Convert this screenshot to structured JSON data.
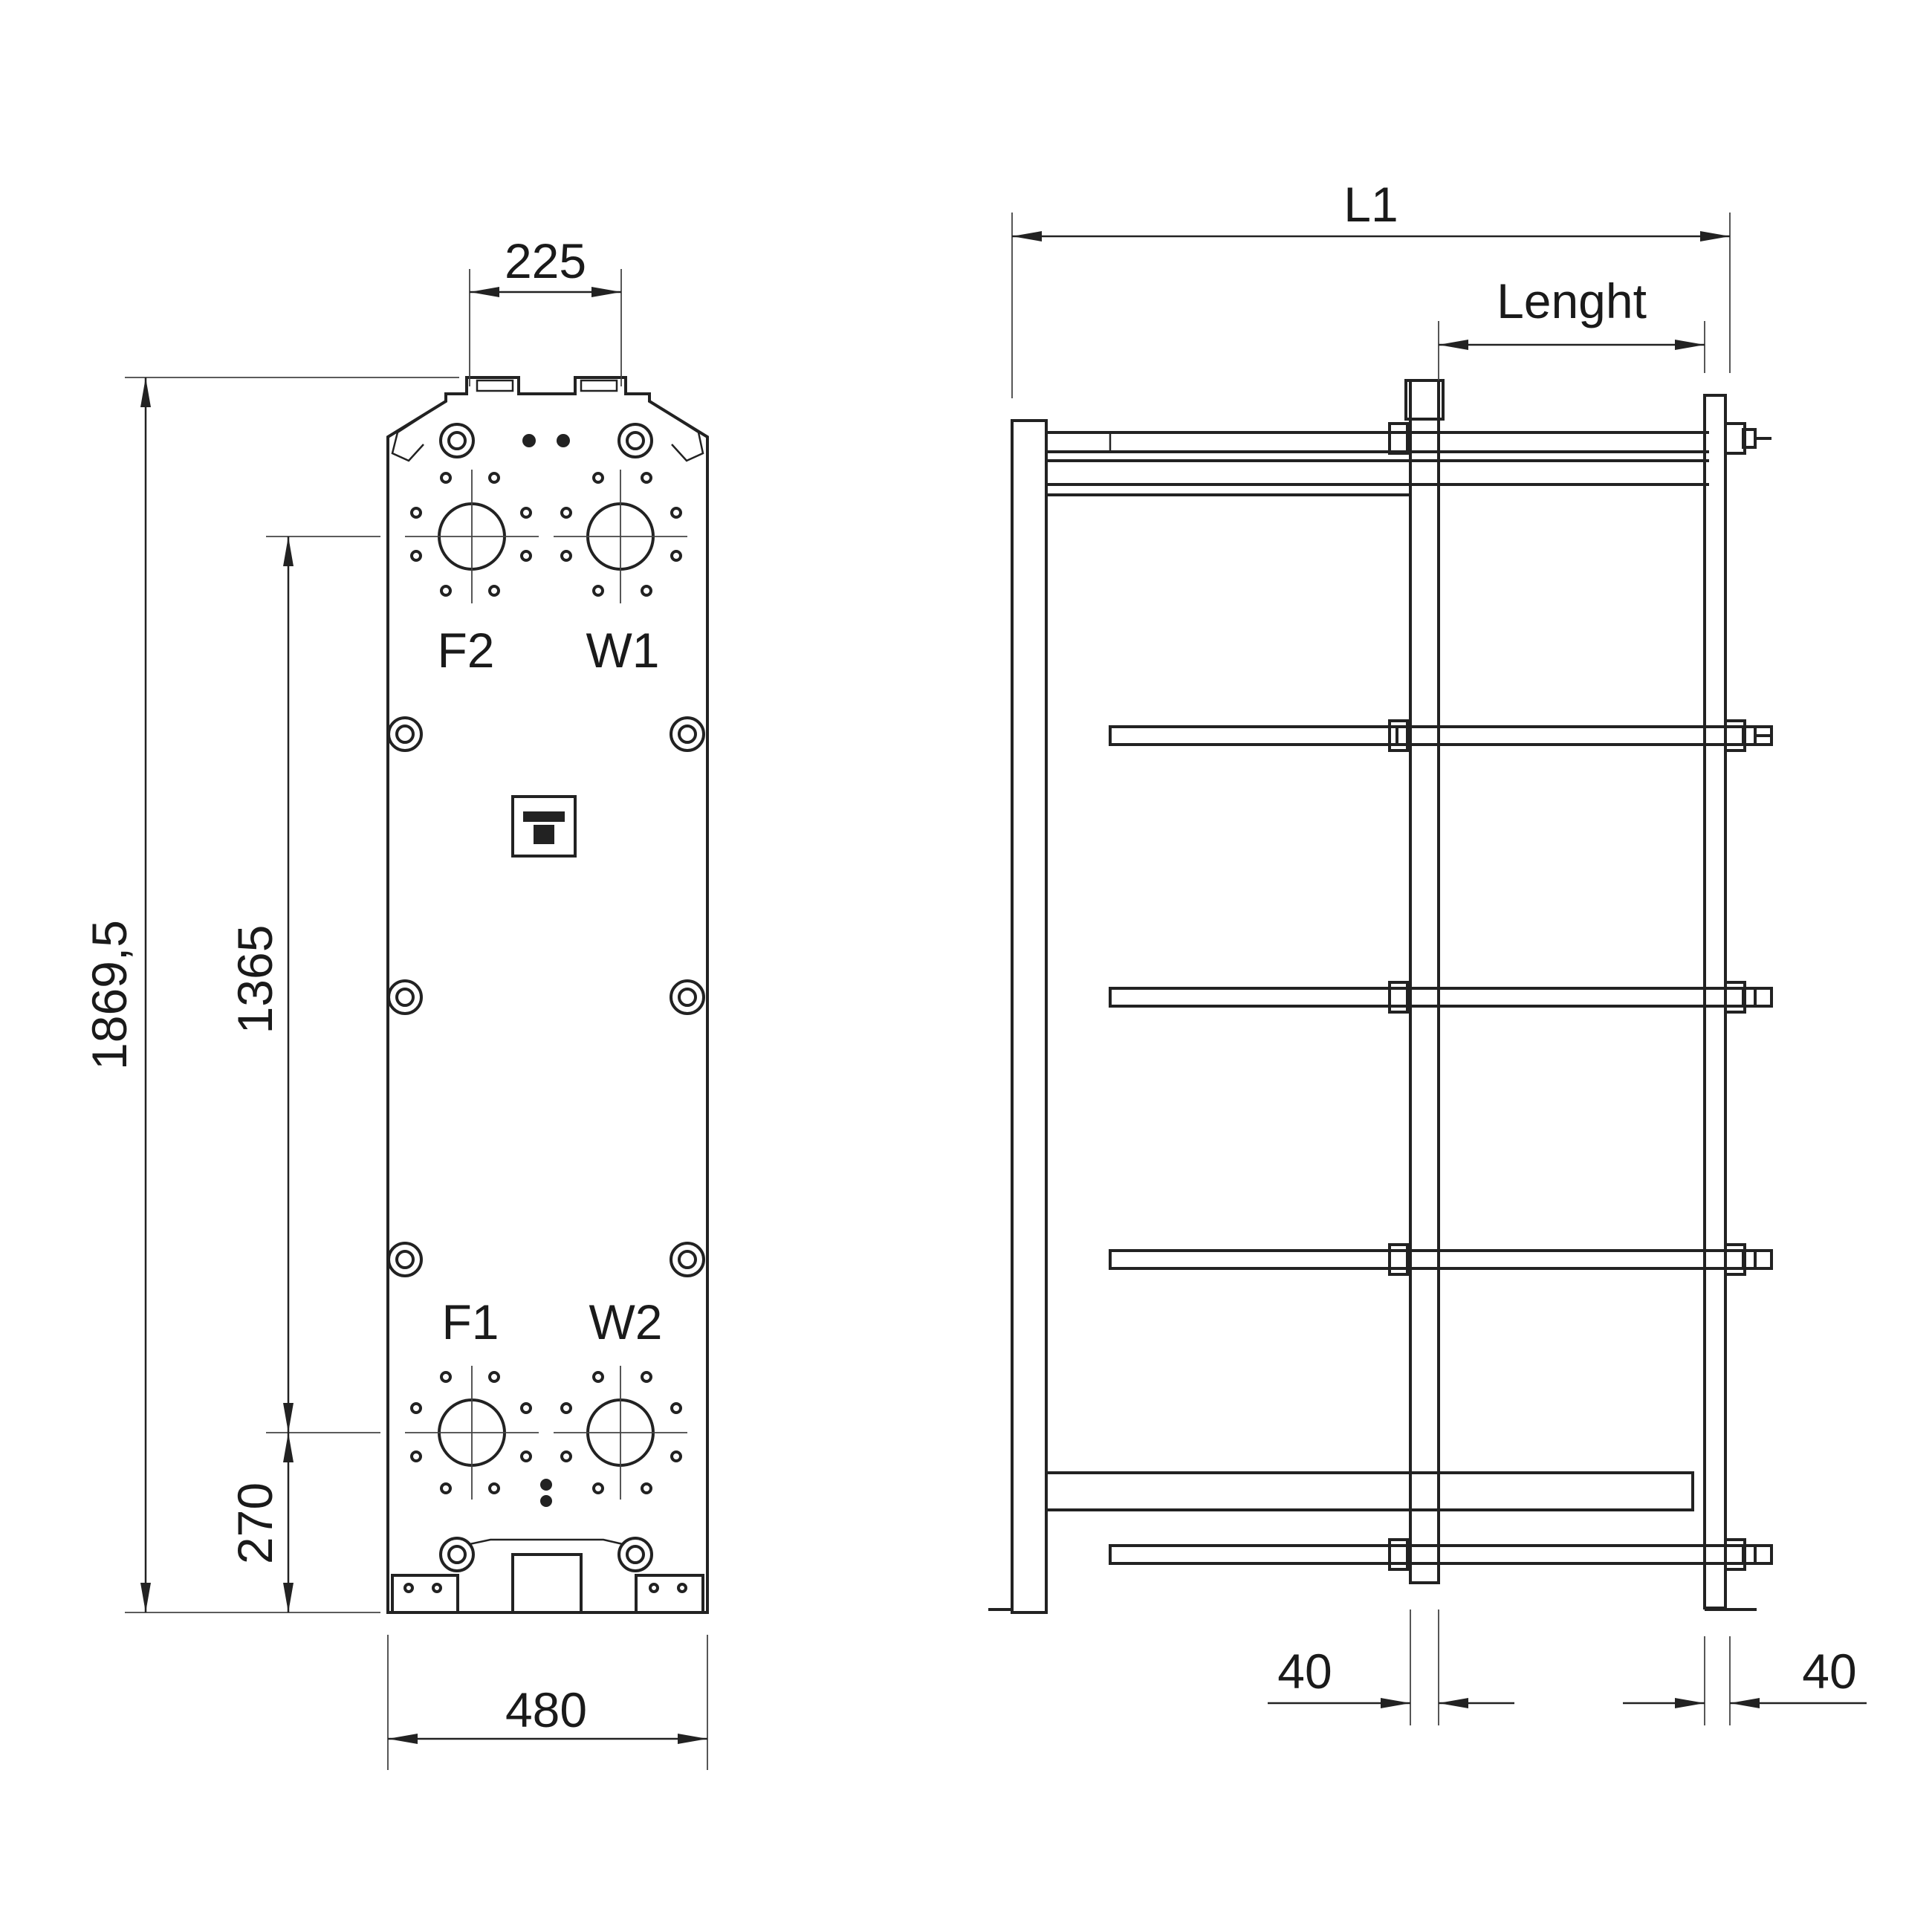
{
  "colors": {
    "line": "#222222",
    "background": "#ffffff"
  },
  "front_view": {
    "port_labels": {
      "top_left": "F2",
      "top_right": "W1",
      "bottom_left": "F1",
      "bottom_right": "W2"
    },
    "dimensions": {
      "top_port_spacing": "225",
      "overall_height": "1869,5",
      "port_center_distance": "1365",
      "bottom_port_height": "270",
      "width": "480"
    }
  },
  "side_view": {
    "dimensions": {
      "overall_length": "L1",
      "plate_pack_length": "Lenght",
      "pressure_plate_thickness": "40",
      "support_column_thickness": "40"
    }
  }
}
